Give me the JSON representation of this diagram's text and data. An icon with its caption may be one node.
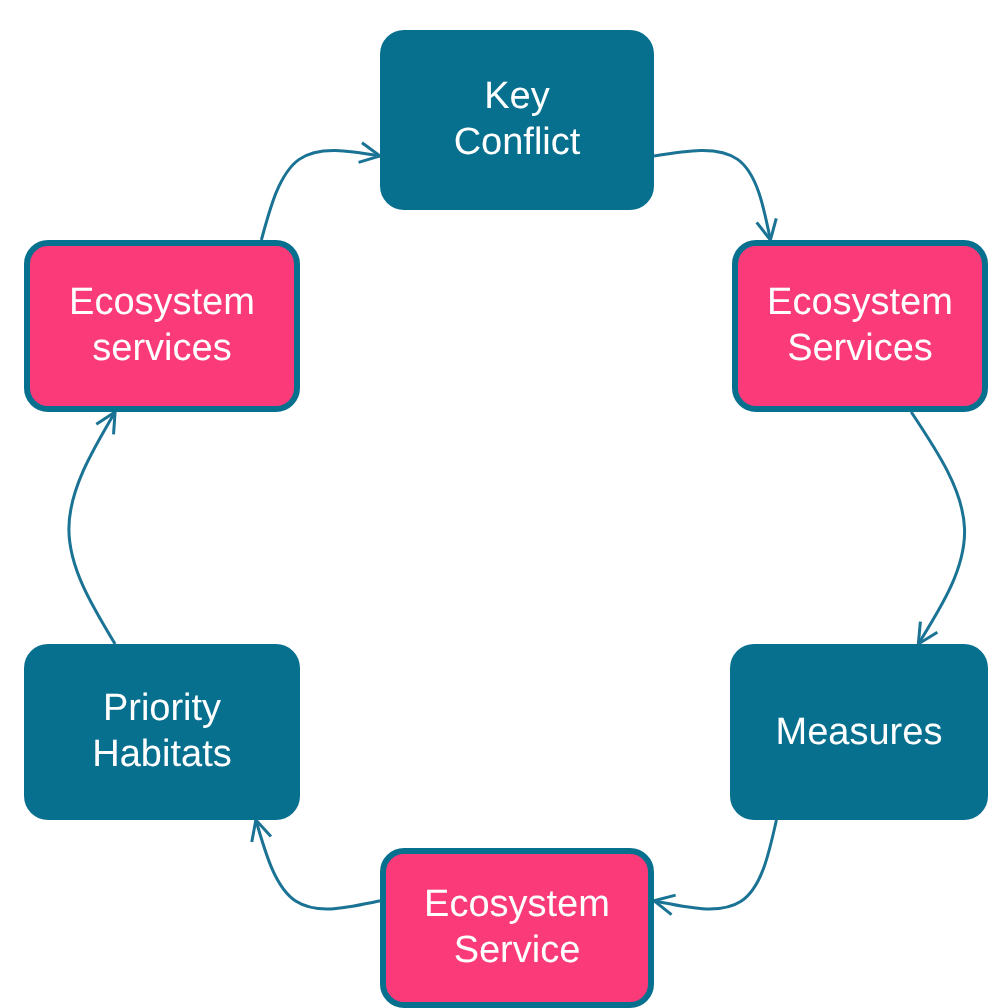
{
  "diagram": {
    "nodes": [
      {
        "text": [
          "Key Conflict"
        ]
      },
      {
        "text": [
          "Ecosystem Services"
        ]
      },
      {
        "text": [
          "Measures"
        ]
      },
      {
        "text": [
          "Ecosystem Service"
        ]
      },
      {
        "text": [
          "Priority Habitats"
        ]
      },
      {
        "text": [
          "Ecosystem services"
        ]
      }
    ],
    "edges": [
      {
        "from": 0,
        "to": 1,
        "arrow": "to"
      },
      {
        "from": 1,
        "to": 2,
        "arrow": "to"
      },
      {
        "from": 2,
        "to": 3,
        "arrow": "to"
      },
      {
        "from": 3,
        "to": 4,
        "arrow": "to"
      },
      {
        "from": 4,
        "to": 5,
        "arrow": "to"
      },
      {
        "from": 5,
        "to": 0,
        "arrow": "to"
      }
    ]
  }
}
